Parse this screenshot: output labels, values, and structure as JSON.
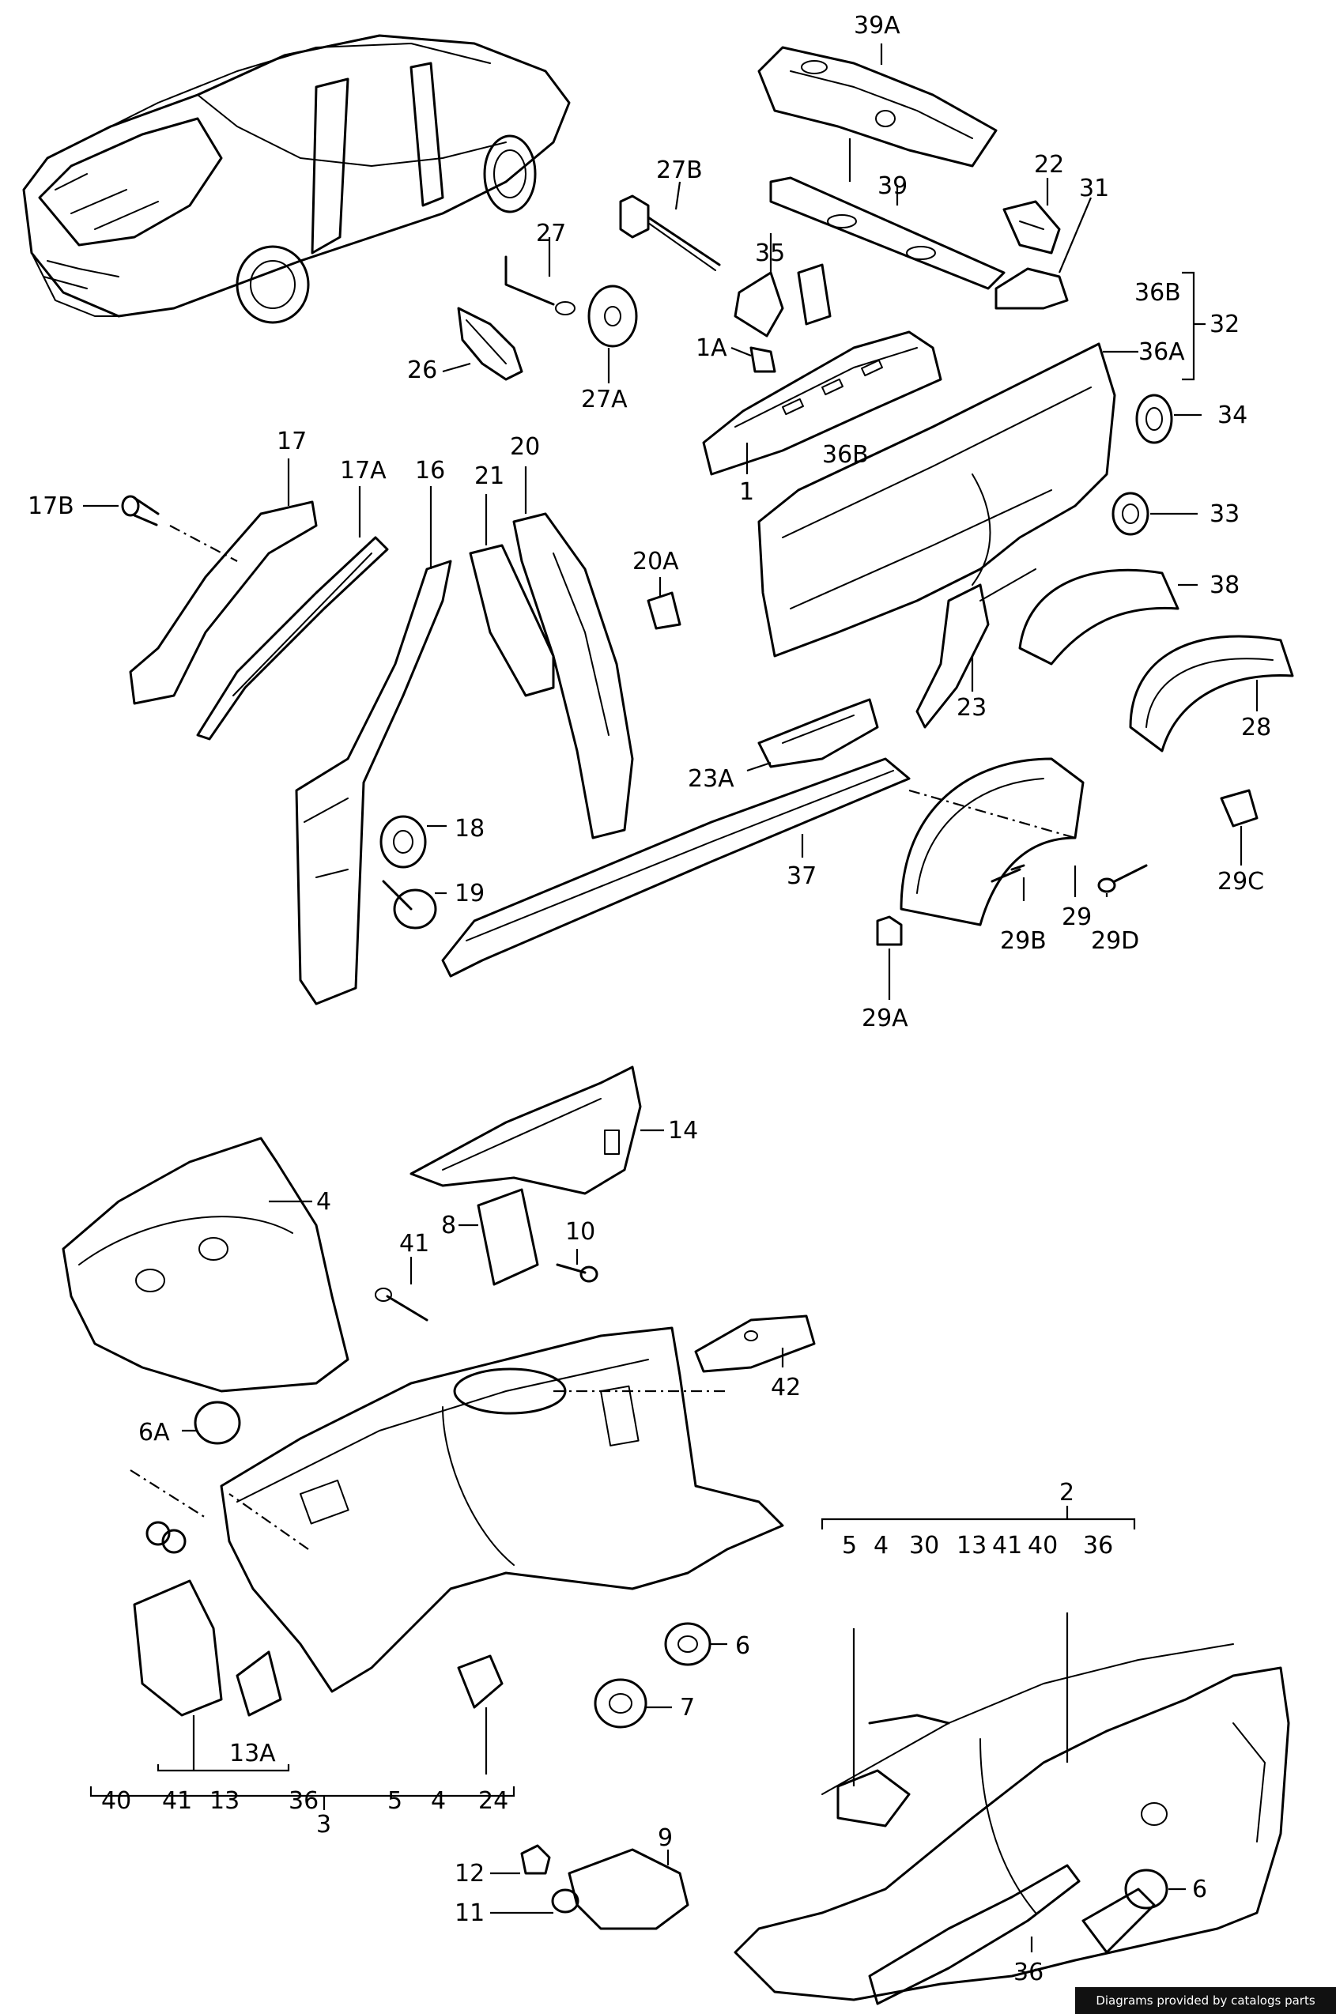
{
  "labels": {
    "l_39A": "39A",
    "l_27B": "27B",
    "l_39": "39",
    "l_22": "22",
    "l_31": "31",
    "l_27": "27",
    "l_35": "35",
    "l_36B_top": "36B",
    "l_32": "32",
    "l_1A": "1A",
    "l_36A": "36A",
    "l_26": "26",
    "l_27A": "27A",
    "l_34": "34",
    "l_1": "1",
    "l_36B": "36B",
    "l_17": "17",
    "l_17A": "17A",
    "l_16": "16",
    "l_21": "21",
    "l_20": "20",
    "l_17B": "17B",
    "l_33": "33",
    "l_20A": "20A",
    "l_38": "38",
    "l_23": "23",
    "l_28": "28",
    "l_23A": "23A",
    "l_18": "18",
    "l_37": "37",
    "l_29C": "29C",
    "l_19": "19",
    "l_29": "29",
    "l_29B": "29B",
    "l_29D": "29D",
    "l_29A": "29A",
    "l_14": "14",
    "l_4": "4",
    "l_8": "8",
    "l_10": "10",
    "l_41": "41",
    "l_42": "42",
    "l_6A": "6A",
    "l_2": "2",
    "l_6": "6",
    "l_7": "7",
    "l_13A": "13A",
    "l_24": "24",
    "l_3": "3",
    "l_9": "9",
    "l_12": "12",
    "l_11": "11",
    "l_6b": "6",
    "l_36c": "36",
    "g3_40": "40",
    "g3_41": "41",
    "g3_13": "13",
    "g3_36": "36",
    "g3_5": "5",
    "g3_4": "4",
    "g2_5": "5",
    "g2_4": "4",
    "g2_30": "30",
    "g2_13": "13",
    "g2_41": "41",
    "g2_40": "40",
    "g2_36": "36"
  },
  "credit": "Diagrams provided by catalogs parts"
}
